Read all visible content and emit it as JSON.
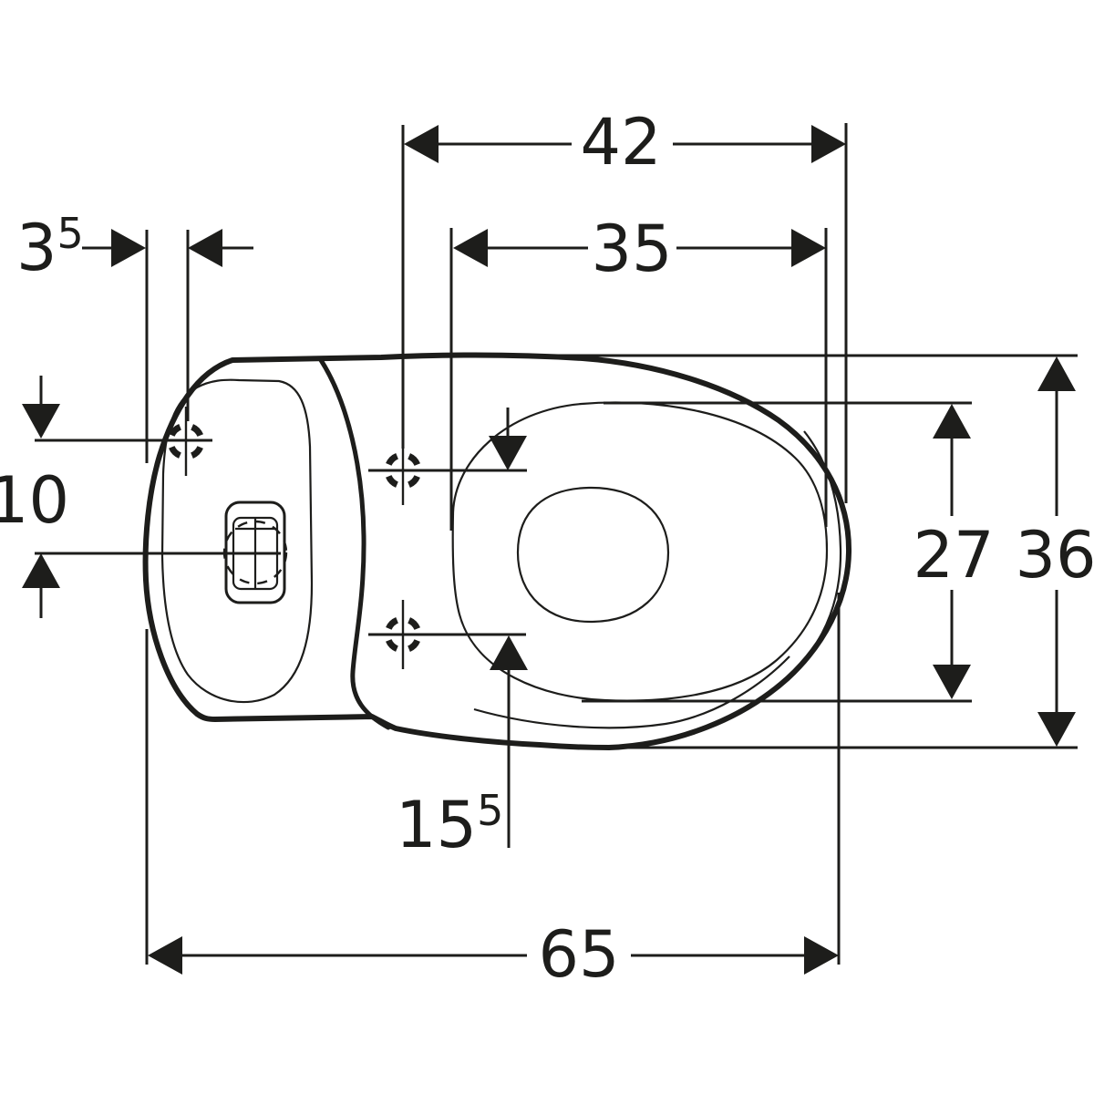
{
  "drawing": {
    "type": "technical-dimension-drawing",
    "view": "toilet-top-view",
    "ink_color": "#1d1d1b",
    "background_color": "#ffffff"
  },
  "dims": {
    "d42": {
      "value": "42"
    },
    "d35": {
      "value": "35"
    },
    "d3_5": {
      "value": "3",
      "sup": "5"
    },
    "d10": {
      "value": "10"
    },
    "d15_5": {
      "value": "15",
      "sup": "5"
    },
    "d27": {
      "value": "27"
    },
    "d36": {
      "value": "36"
    },
    "d65": {
      "value": "65"
    }
  }
}
